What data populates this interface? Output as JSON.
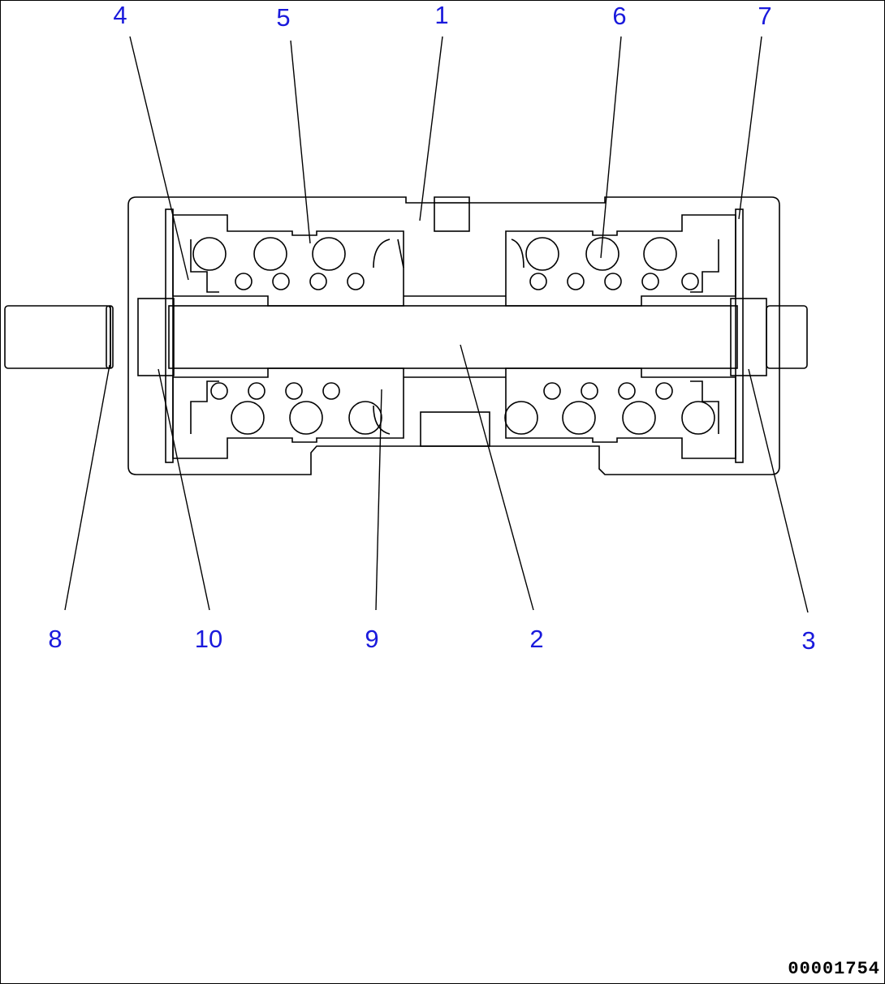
{
  "drawing_number": "00001754",
  "callouts": [
    "1",
    "2",
    "3",
    "4",
    "5",
    "6",
    "7",
    "8",
    "9",
    "10"
  ],
  "colors": {
    "callout": "#1a1adc",
    "line": "#000000",
    "background": "#ffffff"
  }
}
